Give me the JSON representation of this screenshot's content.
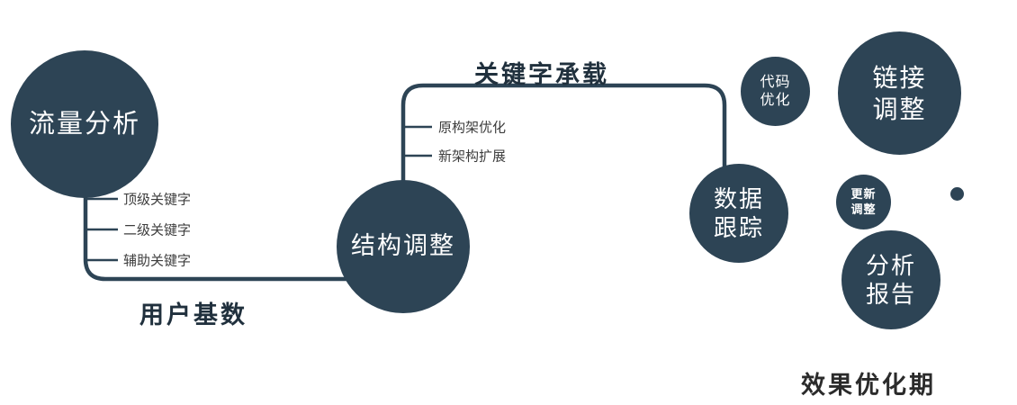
{
  "colors": {
    "primary": "#2d4455",
    "edge_label": "#20303d",
    "branch_label": "#3d3d3d",
    "footer": "#2b2b2b"
  },
  "nodes": {
    "traffic_analysis": {
      "label": "流量分析"
    },
    "structure_adjust": {
      "label": "结构调整"
    },
    "data_tracking": {
      "lines": [
        "数据",
        "跟踪"
      ]
    },
    "code_optimization": {
      "lines": [
        "代码",
        "优化"
      ]
    },
    "link_adjustment": {
      "lines": [
        "链接",
        "调整"
      ]
    },
    "update_adjustment": {
      "lines": [
        "更新",
        "调整"
      ]
    },
    "analysis_report": {
      "lines": [
        "分析",
        "报告"
      ]
    }
  },
  "edge_labels": {
    "keyword_carrying": "关键字承载",
    "user_base": "用户基数"
  },
  "branch_labels": {
    "traffic": [
      "顶级关键字",
      "二级关键字",
      "辅助关键字"
    ],
    "structure": [
      "原构架优化",
      "新架构扩展"
    ]
  },
  "footer_label": "效果优化期"
}
